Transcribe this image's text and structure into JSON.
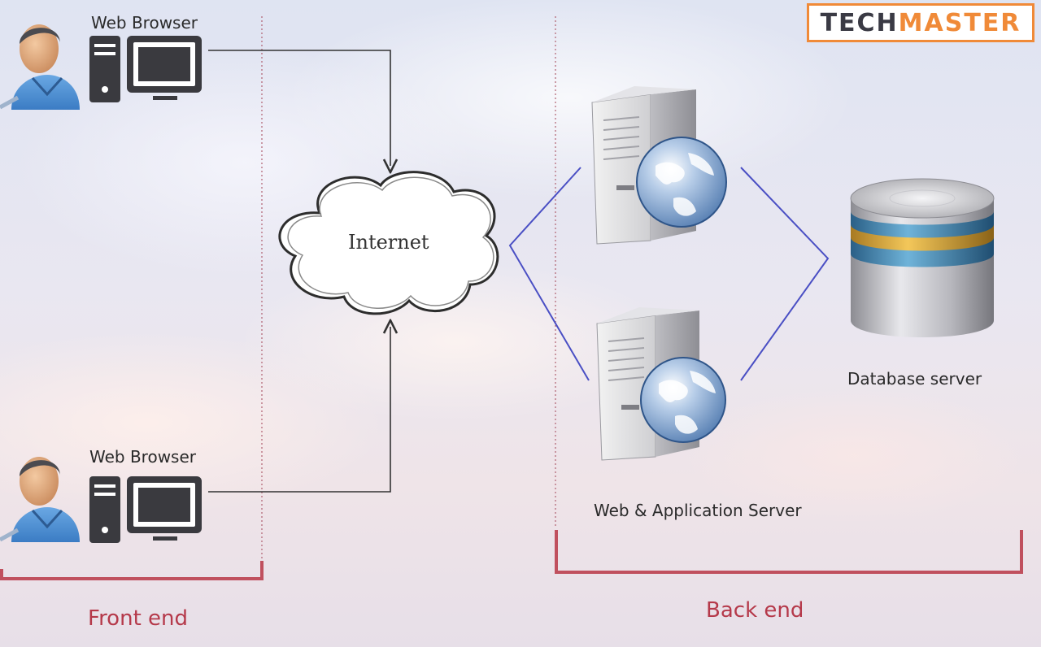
{
  "logo": {
    "part1": "TECH",
    "part2": "MASTER"
  },
  "labels": {
    "browser_top": "Web Browser",
    "browser_bottom": "Web Browser",
    "internet": "Internet",
    "web_app_server": "Web & Application Server",
    "database_server": "Database server",
    "front_end": "Front end",
    "back_end": "Back end"
  },
  "colors": {
    "bracket": "#c0505e",
    "link_blue": "#4a4fc4",
    "arrow": "#333333",
    "logo_accent": "#f08a38"
  },
  "icons": [
    "user-icon",
    "desktop-computer-icon",
    "cloud-icon",
    "server-globe-icon",
    "database-icon"
  ]
}
